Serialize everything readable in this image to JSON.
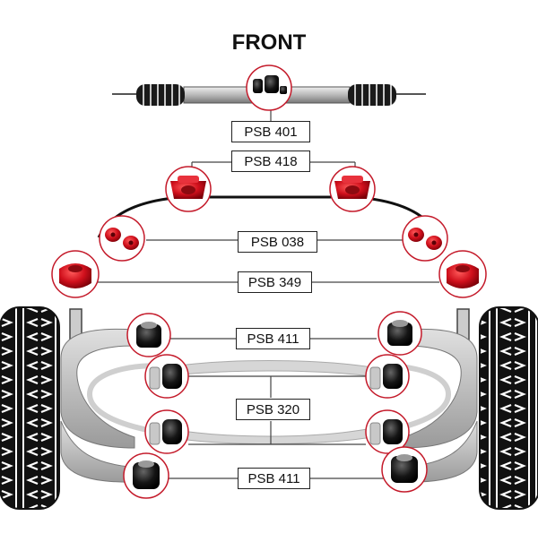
{
  "title": "FRONT",
  "labels": {
    "steering_rack": "PSB 401",
    "arb_mount": "PSB 418",
    "arb_link": "PSB 038",
    "top_mount": "PSB 349",
    "arm_front": "PSB 411",
    "arm_inner": "PSB 320",
    "arm_rear": "PSB 411"
  },
  "colors": {
    "bush_red": "#d0101c",
    "bush_black": "#151515",
    "bush_grey": "#c8c8c8",
    "callout_ring": "#c41a2a",
    "tyre": "#111111",
    "arm": "#bdbdbd"
  }
}
